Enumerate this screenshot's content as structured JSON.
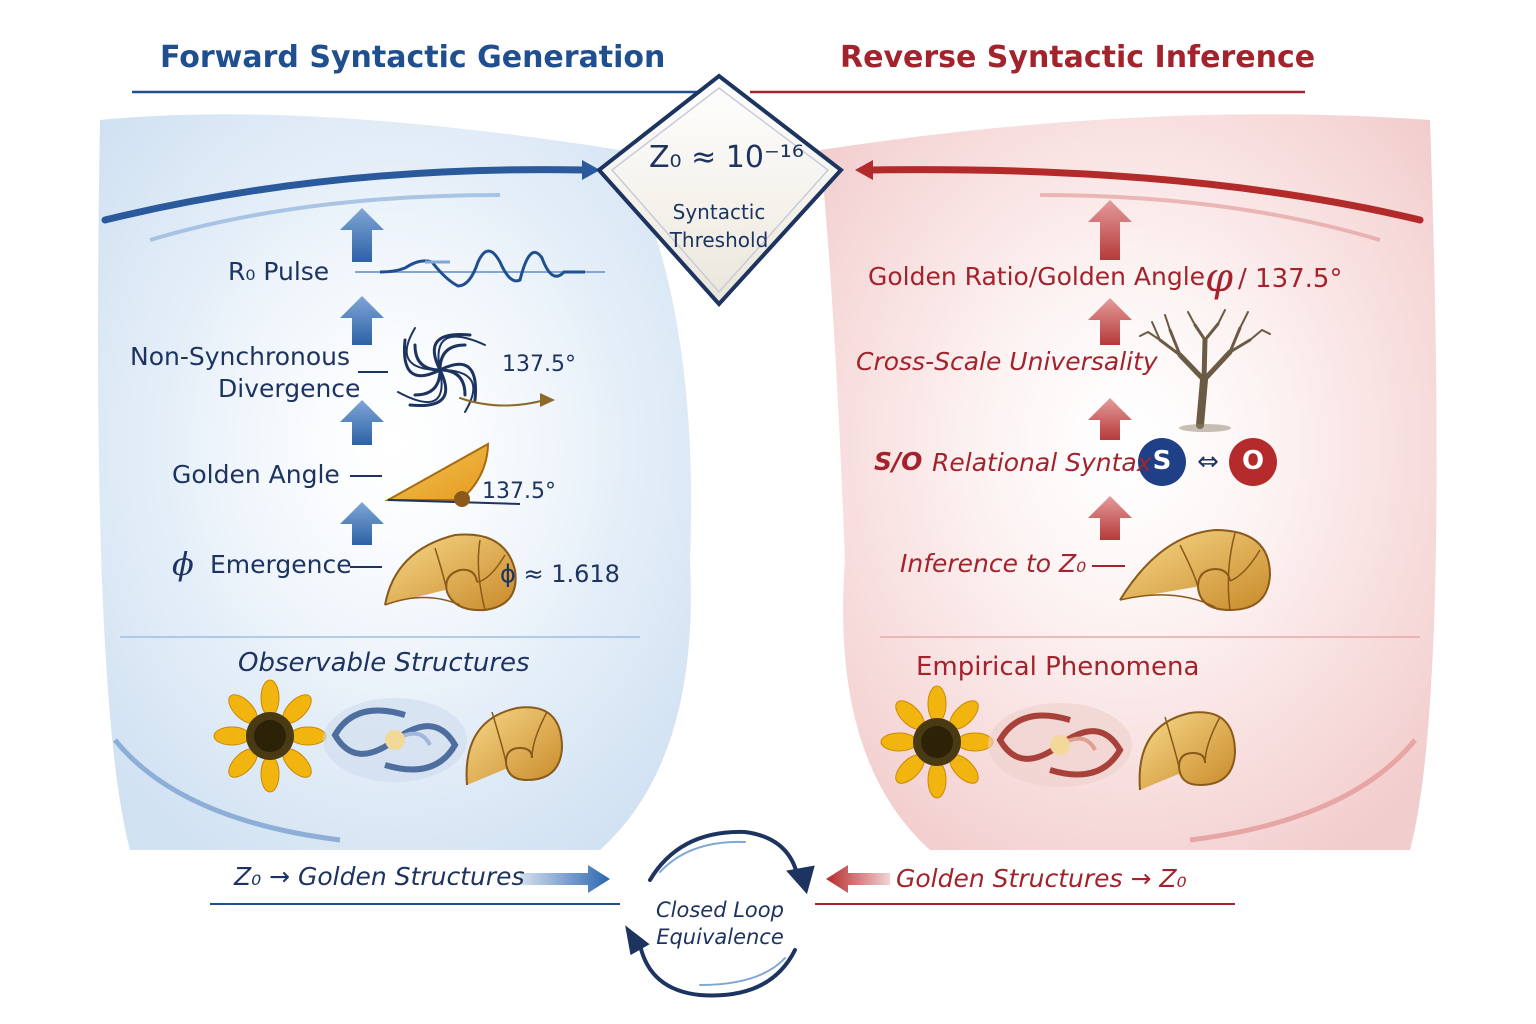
{
  "colors": {
    "forward": "#1f4f8f",
    "reverse": "#a3232d",
    "navy": "#1d3360",
    "gold": "#e0a933"
  },
  "forward": {
    "title": "Forward Syntactic Generation",
    "steps": [
      {
        "label": "R₀ Pulse",
        "icon": "wave-icon"
      },
      {
        "label_line1": "Non-Synchronous",
        "label_line2": "Divergence",
        "value": "137.5°",
        "icon": "vortex-spiral-icon"
      },
      {
        "label": "Golden Angle",
        "value": "137.5°",
        "icon": "golden-angle-wedge-icon"
      },
      {
        "symbol": "ϕ",
        "label": "Emergence",
        "value": "ϕ ≈ 1.618",
        "icon": "nautilus-shell-icon"
      }
    ],
    "section": "Observable Structures",
    "examples": [
      "sunflower-icon",
      "galaxy-icon",
      "nautilus-shell-icon"
    ],
    "flow": "Z₀ → Golden Structures"
  },
  "center": {
    "threshold_value": "Z₀ ≈ 10⁻¹⁶",
    "threshold_label_line1": "Syntactic",
    "threshold_label_line2": "Threshold",
    "loop_line1": "Closed Loop",
    "loop_line2": "Equivalence"
  },
  "reverse": {
    "title": "Reverse Syntactic Inference",
    "steps": [
      {
        "label": "Golden Ratio/Golden Angle",
        "symbol": "φ",
        "value": "/ 137.5°"
      },
      {
        "label": "Cross-Scale Universality",
        "icon": "fractal-tree-icon"
      },
      {
        "prefix": "S/O",
        "label": "Relational Syntax",
        "badge_s": "S",
        "badge_o": "O",
        "arrow": "⇔"
      },
      {
        "label": "Inference to Z₀",
        "icon": "nautilus-shell-icon"
      }
    ],
    "section": "Empirical Phenomena",
    "examples": [
      "sunflower-icon",
      "galaxy-icon",
      "nautilus-shell-icon"
    ],
    "flow": "Golden Structures → Z₀"
  }
}
